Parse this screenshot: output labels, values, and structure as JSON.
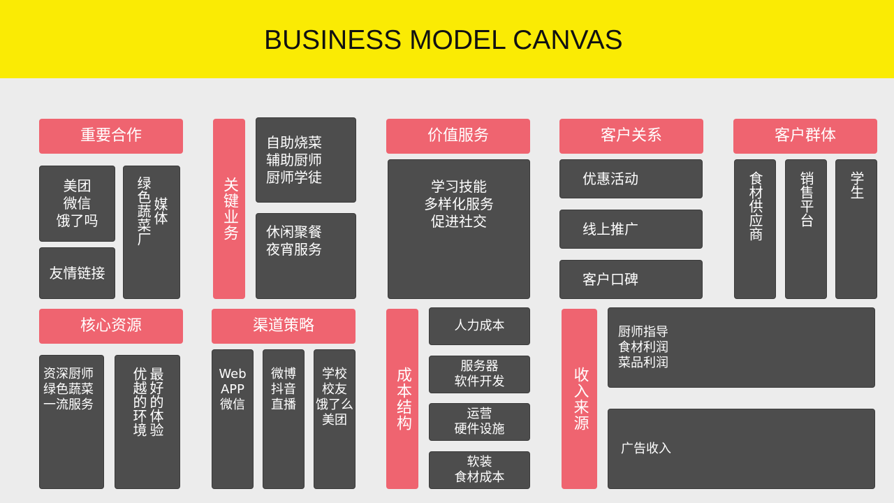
{
  "title": "BUSINESS MODEL CANVAS",
  "key_partners": {
    "label": "重要合作",
    "items": [
      "美团\n微信\n饿了吗",
      "友情链接",
      "媒体\n绿色蔬菜厂"
    ]
  },
  "key_activities": {
    "label": "关键业务",
    "items": [
      "自助烧菜\n辅助厨师\n厨师学徒",
      "休闲聚餐\n夜宵服务"
    ]
  },
  "value_proposition": {
    "label": "价值服务",
    "items": [
      "学习技能\n多样化服务\n促进社交"
    ]
  },
  "customer_relationships": {
    "label": "客户关系",
    "items": [
      "优惠活动",
      "线上推广",
      "客户口碑"
    ]
  },
  "customer_segments": {
    "label": "客户群体",
    "items": [
      "食材供应商",
      "销售平台",
      "学生"
    ]
  },
  "key_resources": {
    "label": "核心资源",
    "items": [
      "资深厨师\n绿色蔬菜\n一流服务",
      "最好的体验\n优越的环境"
    ]
  },
  "channels": {
    "label": "渠道策略",
    "items": [
      "Web\nAPP\n微信",
      "微博\n抖音\n直播",
      "学校\n校友\n饿了么\n美团"
    ]
  },
  "cost_structure": {
    "label": "成本结构",
    "items": [
      "人力成本",
      "服务器\n软件开发",
      "运营\n硬件设施",
      "软装\n食材成本"
    ]
  },
  "revenue_streams": {
    "label": "收入来源",
    "items": [
      "厨师指导\n食材利润\n菜品利润",
      "广告收入"
    ]
  }
}
